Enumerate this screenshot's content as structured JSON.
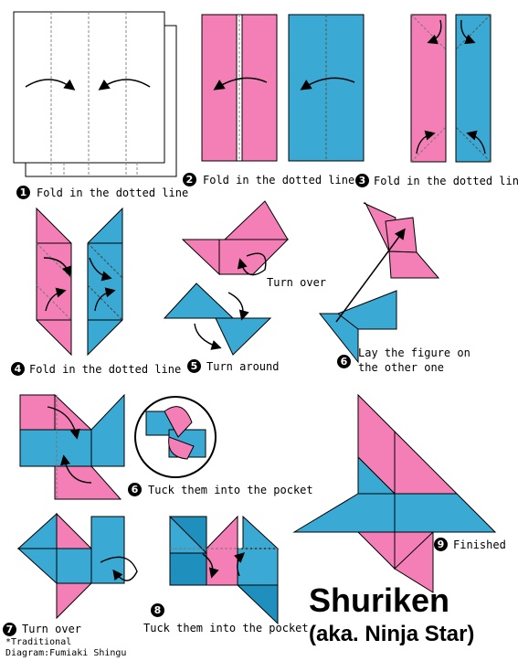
{
  "colors": {
    "pink": "#f47fb7",
    "blue": "#3aaad4",
    "blue_dark": "#1f8fbe",
    "outline": "#000000",
    "dotted": "#8a8a8a"
  },
  "steps": [
    {
      "number": "1",
      "caption": "Fold in the dotted line"
    },
    {
      "number": "2",
      "caption": "Fold in the dotted line"
    },
    {
      "number": "3",
      "caption": "Fold in the dotted line"
    },
    {
      "number": "4",
      "caption": "Fold in the dotted line"
    },
    {
      "number": "5",
      "caption": "Turn around"
    },
    {
      "number": "6",
      "caption": "Lay the figure on",
      "caption2": "the other one"
    },
    {
      "number": "6",
      "caption": "Tuck them into the pocket"
    },
    {
      "number": "7",
      "caption": "Turn over"
    },
    {
      "number": "8",
      "caption": "Tuck them into the pocket"
    },
    {
      "number": "9",
      "caption": "Finished"
    }
  ],
  "turn_over_label": "Turn over",
  "title": "Shuriken",
  "subtitle": "(aka. Ninja Star)",
  "credits": {
    "line1": "*Traditional",
    "line2": "Diagram:Fumiaki Shingu"
  }
}
